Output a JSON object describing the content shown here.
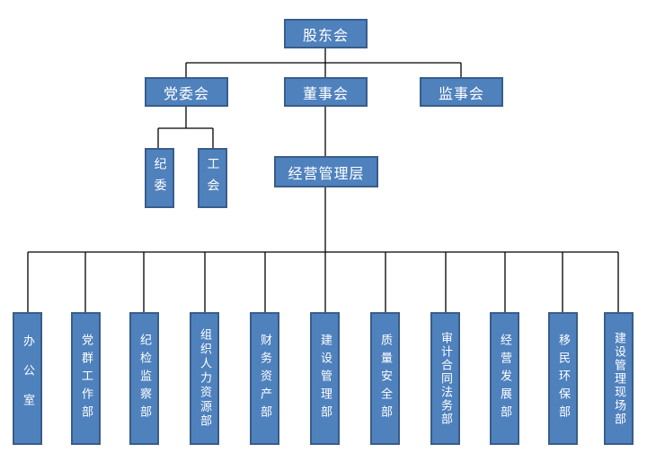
{
  "org": {
    "shareholders": "股东会",
    "party_committee": "党委会",
    "board": "董事会",
    "supervisory_board": "监事会",
    "discipline": "纪委",
    "union": "工会",
    "management": "经营管理层",
    "departments": [
      "办公室",
      "党群工作部",
      "纪检监察部",
      "组织人力资源部",
      "财务资产部",
      "建设管理部",
      "质量安全部",
      "审计合同法务部",
      "经营发展部",
      "移民环保部",
      "建设管理现场部"
    ]
  },
  "colors": {
    "box_fill": "#4f81bd",
    "box_border": "#385d8a",
    "line": "#000000"
  }
}
